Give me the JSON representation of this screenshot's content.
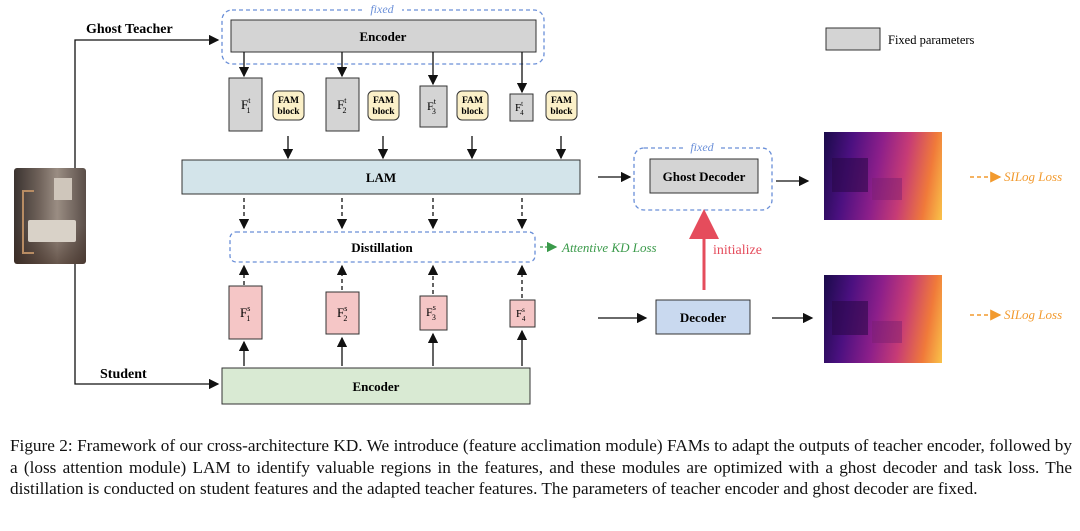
{
  "diagram": {
    "ghost_teacher_label": "Ghost Teacher",
    "student_label": "Student",
    "fixed_label_top": "fixed",
    "fixed_label_decoder": "fixed",
    "teacher_encoder_label": "Encoder",
    "student_encoder_label": "Encoder",
    "lam_label": "LAM",
    "distillation_label": "Distillation",
    "ghost_decoder_label": "Ghost Decoder",
    "decoder_label": "Decoder",
    "initialize_label": "initialize",
    "attentive_kd_loss": "Attentive KD Loss",
    "silog_loss_top": "SILog Loss",
    "silog_loss_bottom": "SILog Loss",
    "legend_fixed_parameters": "Fixed parameters",
    "fam_block_line1": "FAM",
    "fam_block_line2": "block",
    "teacher_features": [
      {
        "base": "F",
        "sup": "t",
        "sub": "1"
      },
      {
        "base": "F",
        "sup": "t",
        "sub": "2"
      },
      {
        "base": "F",
        "sup": "t",
        "sub": "3"
      },
      {
        "base": "F",
        "sup": "t",
        "sub": "4"
      }
    ],
    "student_features": [
      {
        "base": "F",
        "sup": "s",
        "sub": "1"
      },
      {
        "base": "F",
        "sup": "s",
        "sub": "2"
      },
      {
        "base": "F",
        "sup": "s",
        "sub": "3"
      },
      {
        "base": "F",
        "sup": "s",
        "sub": "4"
      }
    ],
    "colors": {
      "fixed_gray": "#d4d4d4",
      "lam_blue": "#d3e4ea",
      "decoder_blue": "#c9d9ef",
      "student_green": "#d9ead3",
      "student_feature_pink": "#f5c6c6",
      "fam_yellow": "#fbf0c8",
      "dashed_blue": "#6a8fd8",
      "kd_green": "#3a9a4a",
      "silog_orange": "#f29a2e",
      "initialize_red": "#e54c5c"
    }
  },
  "caption": "Figure 2: Framework of our cross-architecture KD. We introduce (feature acclimation module) FAMs to adapt the outputs of teacher encoder, followed by a (loss attention module) LAM to identify valuable regions in the features, and these modules are optimized with a ghost decoder and task loss. The distillation is conducted on student features and the adapted teacher features. The parameters of teacher encoder and ghost decoder are fixed."
}
